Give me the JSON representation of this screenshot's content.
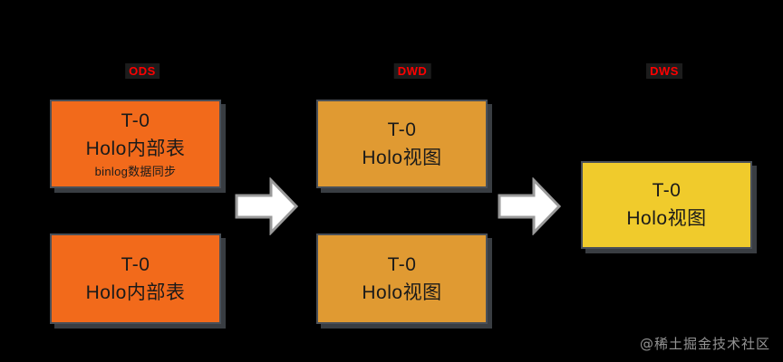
{
  "diagram": {
    "background_color": "#000000",
    "title": "",
    "stages": [
      {
        "id": "ods",
        "label": "ODS",
        "label_color": "#FF0000",
        "box_color": "#F26A1B",
        "nodes": [
          {
            "line1": "T-0",
            "line2": "Holo内部表",
            "line3": "binlog数据同步"
          },
          {
            "line1": "T-0",
            "line2": "Holo内部表",
            "line3": ""
          }
        ]
      },
      {
        "id": "dwd",
        "label": "DWD",
        "label_color": "#FF0000",
        "box_color": "#E09A32",
        "nodes": [
          {
            "line1": "T-0",
            "line2": "Holo视图",
            "line3": ""
          },
          {
            "line1": "T-0",
            "line2": "Holo视图",
            "line3": ""
          }
        ]
      },
      {
        "id": "dws",
        "label": "DWS",
        "label_color": "#FF0000",
        "box_color": "#F0CB2C",
        "nodes": [
          {
            "line1": "T-0",
            "line2": "Holo视图",
            "line3": ""
          }
        ]
      }
    ],
    "arrows": [
      {
        "id": "arrow-ods-to-dwd",
        "direction": "right",
        "color": "#FFFFFF"
      },
      {
        "id": "arrow-dwd-to-dws",
        "direction": "right",
        "color": "#FFFFFF"
      }
    ],
    "watermark": "@稀土掘金技术社区"
  }
}
